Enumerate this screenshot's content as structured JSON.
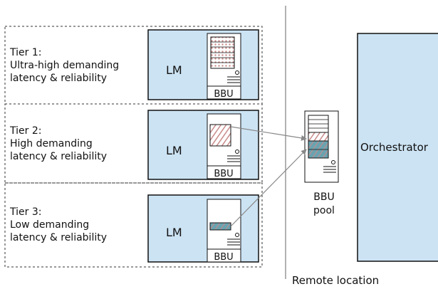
{
  "tiers": [
    {
      "line1": "Tier 1:",
      "line2": "Ultra-high demanding",
      "line3": "latency & reliability",
      "lm": "LM",
      "bbu": "BBU"
    },
    {
      "line1": "Tier 2:",
      "line2": "High demanding",
      "line3": "latency & reliability",
      "lm": "LM",
      "bbu": "BBU"
    },
    {
      "line1": "Tier 3:",
      "line2": "Low demanding",
      "line3": "latency & reliability",
      "lm": "LM",
      "bbu": "BBU"
    }
  ],
  "pool": {
    "line1": "BBU",
    "line2": "pool"
  },
  "orchestrator": "Orchestrator",
  "remote": "Remote location",
  "colors": {
    "lm_fill": "#cce3f3",
    "hatch_red": "#c98a8a",
    "hatch_teal": "#6aa3b0",
    "arrow": "#888888"
  }
}
